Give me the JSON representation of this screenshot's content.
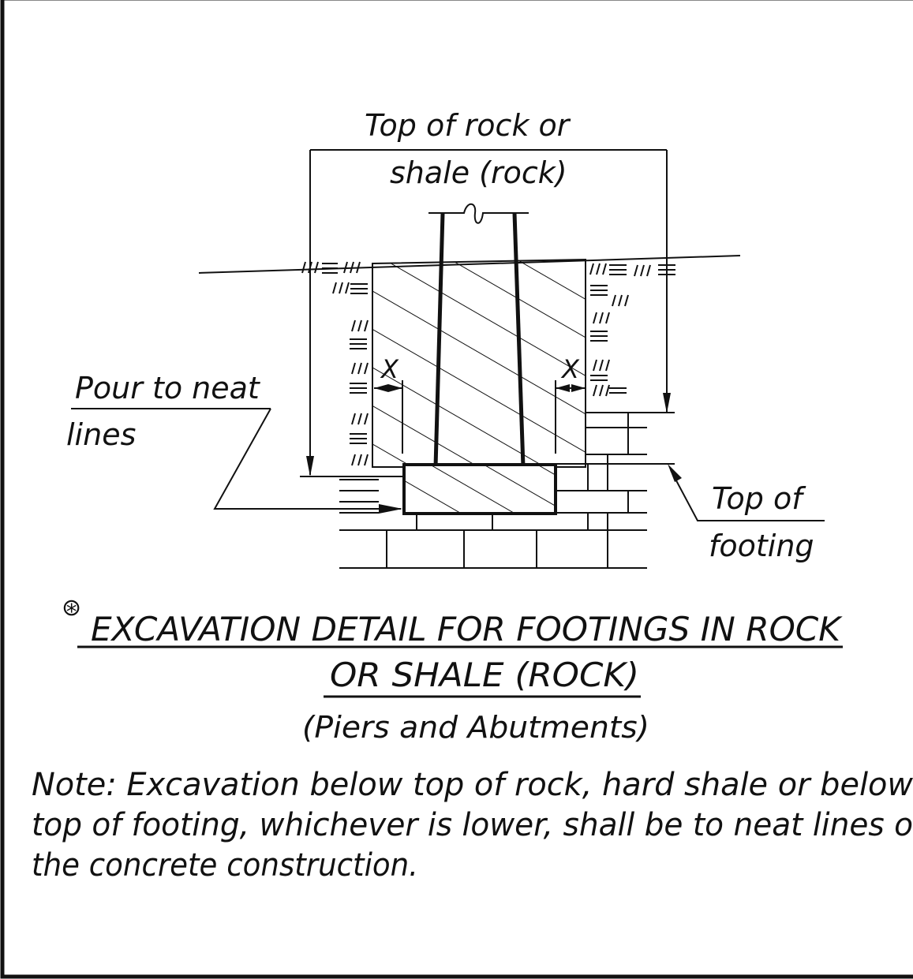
{
  "labels": {
    "top_of_rock_line1": "Top of rock or",
    "top_of_rock_line2": "shale (rock)",
    "pour_line1": "Pour to neat",
    "pour_line2": "lines",
    "top_footing_line1": "Top of",
    "top_footing_line2": "footing",
    "dim_left": "X",
    "dim_right": "X"
  },
  "title": {
    "symbol": "⊛",
    "line1": "EXCAVATION DETAIL FOR FOOTINGS IN ROCK",
    "line2": "OR SHALE (ROCK)",
    "subtitle": "(Piers and Abutments)"
  },
  "note": {
    "line1": "Note: Excavation below  top of rock, hard  shale or below",
    "line2": "top of footing, whichever is lower, shall be to neat lines o",
    "line3": "the concrete construction."
  }
}
